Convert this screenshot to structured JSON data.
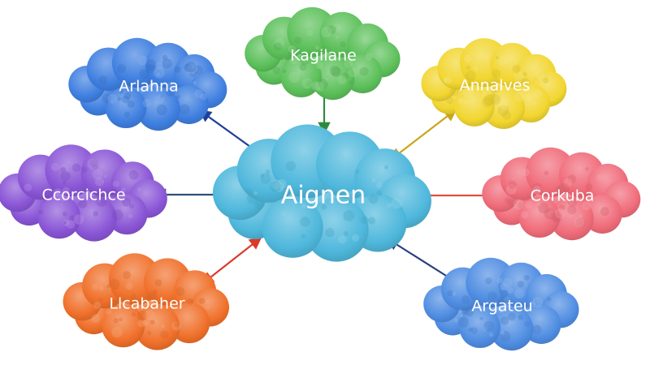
{
  "diagram": {
    "center": {
      "label": "Aignen",
      "color": "#4fb8dc"
    },
    "nodes": [
      {
        "id": "top",
        "label": "Kagilane",
        "color": "#5cc05a",
        "arrow_color": "#2e8b3e",
        "direction": "to-center"
      },
      {
        "id": "top-left",
        "label": "Arlahna",
        "color": "#3f7fe0",
        "arrow_color": "#1f3f9a",
        "direction": "both"
      },
      {
        "id": "top-right",
        "label": "Annalves",
        "color": "#f2d630",
        "arrow_color": "#c9a51a",
        "direction": "both"
      },
      {
        "id": "left",
        "label": "Ccorcichce",
        "color": "#8a55d6",
        "arrow_color": "#2f4f7a",
        "direction": "both"
      },
      {
        "id": "right",
        "label": "Corkuba",
        "color": "#f06c7a",
        "arrow_color": "#e0503a",
        "direction": "from-center"
      },
      {
        "id": "bottom-left",
        "label": "Llcabaher",
        "color": "#f0702a",
        "arrow_color": "#d93a2a",
        "direction": "both"
      },
      {
        "id": "bottom-right",
        "label": "Argateu",
        "color": "#4f8de2",
        "arrow_color": "#2a3f7a",
        "direction": "from-center"
      }
    ]
  }
}
